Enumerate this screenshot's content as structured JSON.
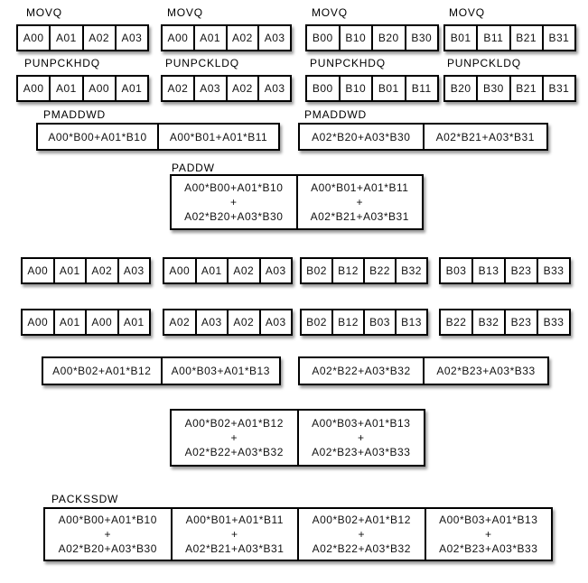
{
  "stage1": {
    "movq": {
      "labels": [
        "MOVQ",
        "MOVQ",
        "MOVQ",
        "MOVQ"
      ],
      "groups": [
        [
          "A00",
          "A01",
          "A02",
          "A03"
        ],
        [
          "A00",
          "A01",
          "A02",
          "A03"
        ],
        [
          "B00",
          "B10",
          "B20",
          "B30"
        ],
        [
          "B01",
          "B11",
          "B21",
          "B31"
        ]
      ]
    },
    "unpack": {
      "labels": [
        "PUNPCKHDQ",
        "PUNPCKLDQ",
        "PUNPCKHDQ",
        "PUNPCKLDQ"
      ],
      "groups": [
        [
          "A00",
          "A01",
          "A00",
          "A01"
        ],
        [
          "A02",
          "A03",
          "A02",
          "A03"
        ],
        [
          "B00",
          "B10",
          "B01",
          "B11"
        ],
        [
          "B20",
          "B30",
          "B21",
          "B31"
        ]
      ]
    },
    "pmaddwd": {
      "labels": [
        "PMADDWD",
        "PMADDWD"
      ],
      "groups": [
        [
          "A00*B00+A01*B10",
          "A00*B01+A01*B11"
        ],
        [
          "A02*B20+A03*B30",
          "A02*B21+A03*B31"
        ]
      ]
    },
    "paddw": {
      "label": "PADDW",
      "cells": [
        [
          "A00*B00+A01*B10",
          "+",
          "A02*B20+A03*B30"
        ],
        [
          "A00*B01+A01*B11",
          "+",
          "A02*B21+A03*B31"
        ]
      ]
    }
  },
  "stage2": {
    "movq": {
      "groups": [
        [
          "A00",
          "A01",
          "A02",
          "A03"
        ],
        [
          "A00",
          "A01",
          "A02",
          "A03"
        ],
        [
          "B02",
          "B12",
          "B22",
          "B32"
        ],
        [
          "B03",
          "B13",
          "B23",
          "B33"
        ]
      ]
    },
    "unpack": {
      "groups": [
        [
          "A00",
          "A01",
          "A00",
          "A01"
        ],
        [
          "A02",
          "A03",
          "A02",
          "A03"
        ],
        [
          "B02",
          "B12",
          "B03",
          "B13"
        ],
        [
          "B22",
          "B32",
          "B23",
          "B33"
        ]
      ]
    },
    "pmaddwd": {
      "groups": [
        [
          "A00*B02+A01*B12",
          "A00*B03+A01*B13"
        ],
        [
          "A02*B22+A03*B32",
          "A02*B23+A03*B33"
        ]
      ]
    },
    "paddw": {
      "cells": [
        [
          "A00*B02+A01*B12",
          "+",
          "A02*B22+A03*B32"
        ],
        [
          "A00*B03+A01*B13",
          "+",
          "A02*B23+A03*B33"
        ]
      ]
    }
  },
  "packssdw": {
    "label": "PACKSSDW",
    "cells": [
      [
        "A00*B00+A01*B10",
        "+",
        "A02*B20+A03*B30"
      ],
      [
        "A00*B01+A01*B11",
        "+",
        "A02*B21+A03*B31"
      ],
      [
        "A00*B02+A01*B12",
        "+",
        "A02*B22+A03*B32"
      ],
      [
        "A00*B03+A01*B13",
        "+",
        "A02*B23+A03*B33"
      ]
    ]
  }
}
